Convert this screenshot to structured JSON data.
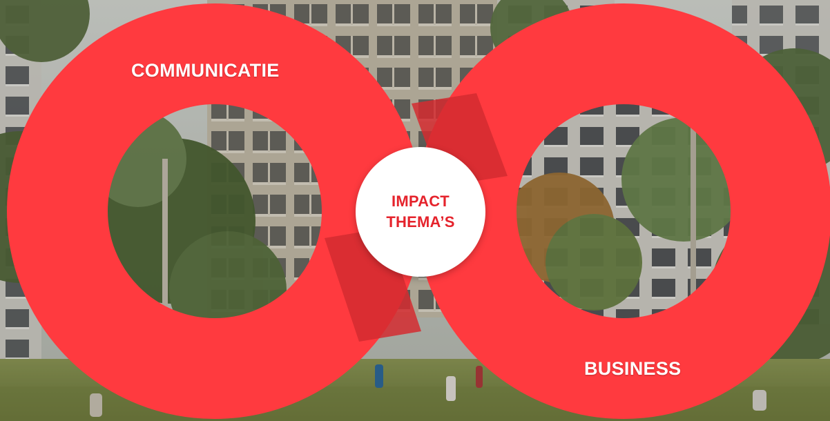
{
  "diagram": {
    "left_loop_label": "COMMUNICATIE",
    "right_loop_label": "BUSINESS",
    "center_label_line1": "IMPACT",
    "center_label_line2": "THEMA’S"
  },
  "colors": {
    "loop_red": "#ff3a3f",
    "loop_shadow": "#d32b30",
    "center_text": "#e5232c",
    "center_fill": "#ffffff",
    "label_text": "#ffffff"
  },
  "background": {
    "description_icon": "city-courtyard-photo"
  }
}
